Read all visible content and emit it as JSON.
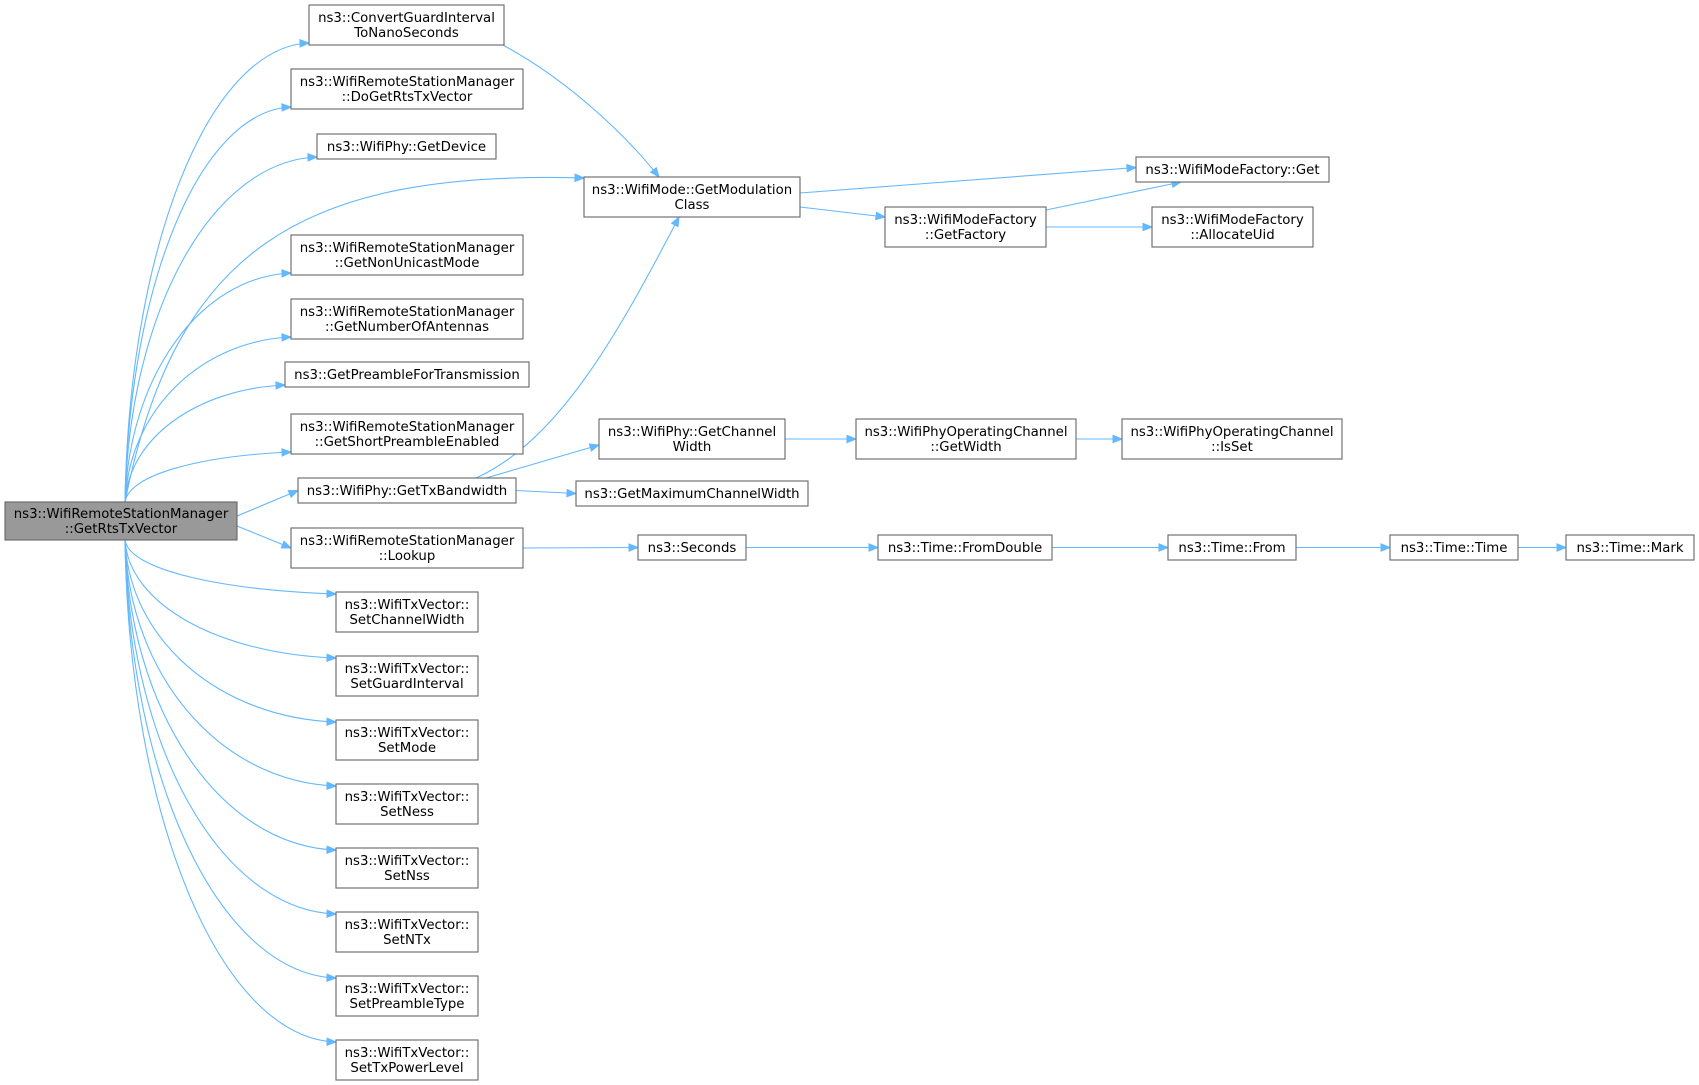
{
  "graph": {
    "nodes": [
      {
        "id": "root",
        "lines": [
          "ns3::WifiRemoteStationManager",
          "::GetRtsTxVector"
        ],
        "root": true
      },
      {
        "id": "convertGI",
        "lines": [
          "ns3::ConvertGuardInterval",
          "ToNanoSeconds"
        ]
      },
      {
        "id": "doGetRts",
        "lines": [
          "ns3::WifiRemoteStationManager",
          "::DoGetRtsTxVector"
        ]
      },
      {
        "id": "getDevice",
        "lines": [
          "ns3::WifiPhy::GetDevice"
        ]
      },
      {
        "id": "getModClass",
        "lines": [
          "ns3::WifiMode::GetModulation",
          "Class"
        ]
      },
      {
        "id": "getNonUnicast",
        "lines": [
          "ns3::WifiRemoteStationManager",
          "::GetNonUnicastMode"
        ]
      },
      {
        "id": "getNumAnt",
        "lines": [
          "ns3::WifiRemoteStationManager",
          "::GetNumberOfAntennas"
        ]
      },
      {
        "id": "getPreamble",
        "lines": [
          "ns3::GetPreambleForTransmission"
        ]
      },
      {
        "id": "getShortPre",
        "lines": [
          "ns3::WifiRemoteStationManager",
          "::GetShortPreambleEnabled"
        ]
      },
      {
        "id": "getTxBw",
        "lines": [
          "ns3::WifiPhy::GetTxBandwidth"
        ]
      },
      {
        "id": "lookup",
        "lines": [
          "ns3::WifiRemoteStationManager",
          "::Lookup"
        ]
      },
      {
        "id": "setChW",
        "lines": [
          "ns3::WifiTxVector::",
          "SetChannelWidth"
        ]
      },
      {
        "id": "setGI",
        "lines": [
          "ns3::WifiTxVector::",
          "SetGuardInterval"
        ]
      },
      {
        "id": "setMode",
        "lines": [
          "ns3::WifiTxVector::",
          "SetMode"
        ]
      },
      {
        "id": "setNess",
        "lines": [
          "ns3::WifiTxVector::",
          "SetNess"
        ]
      },
      {
        "id": "setNss",
        "lines": [
          "ns3::WifiTxVector::",
          "SetNss"
        ]
      },
      {
        "id": "setNTx",
        "lines": [
          "ns3::WifiTxVector::",
          "SetNTx"
        ]
      },
      {
        "id": "setPreType",
        "lines": [
          "ns3::WifiTxVector::",
          "SetPreambleType"
        ]
      },
      {
        "id": "setTxPow",
        "lines": [
          "ns3::WifiTxVector::",
          "SetTxPowerLevel"
        ]
      },
      {
        "id": "modeFactGet",
        "lines": [
          "ns3::WifiModeFactory::Get"
        ]
      },
      {
        "id": "getFactory",
        "lines": [
          "ns3::WifiModeFactory",
          "::GetFactory"
        ]
      },
      {
        "id": "allocUid",
        "lines": [
          "ns3::WifiModeFactory",
          "::AllocateUid"
        ]
      },
      {
        "id": "getChW",
        "lines": [
          "ns3::WifiPhy::GetChannel",
          "Width"
        ]
      },
      {
        "id": "opChGetW",
        "lines": [
          "ns3::WifiPhyOperatingChannel",
          "::GetWidth"
        ]
      },
      {
        "id": "opChIsSet",
        "lines": [
          "ns3::WifiPhyOperatingChannel",
          "::IsSet"
        ]
      },
      {
        "id": "getMaxChW",
        "lines": [
          "ns3::GetMaximumChannelWidth"
        ]
      },
      {
        "id": "seconds",
        "lines": [
          "ns3::Seconds"
        ]
      },
      {
        "id": "fromDouble",
        "lines": [
          "ns3::Time::FromDouble"
        ]
      },
      {
        "id": "timeFrom",
        "lines": [
          "ns3::Time::From"
        ]
      },
      {
        "id": "timeTime",
        "lines": [
          "ns3::Time::Time"
        ]
      },
      {
        "id": "timeMark",
        "lines": [
          "ns3::Time::Mark"
        ]
      }
    ],
    "edges": [
      [
        "root",
        "convertGI"
      ],
      [
        "root",
        "doGetRts"
      ],
      [
        "root",
        "getDevice"
      ],
      [
        "root",
        "getModClass"
      ],
      [
        "root",
        "getNonUnicast"
      ],
      [
        "root",
        "getNumAnt"
      ],
      [
        "root",
        "getPreamble"
      ],
      [
        "root",
        "getShortPre"
      ],
      [
        "root",
        "getTxBw"
      ],
      [
        "root",
        "lookup"
      ],
      [
        "root",
        "setChW"
      ],
      [
        "root",
        "setGI"
      ],
      [
        "root",
        "setMode"
      ],
      [
        "root",
        "setNess"
      ],
      [
        "root",
        "setNss"
      ],
      [
        "root",
        "setNTx"
      ],
      [
        "root",
        "setPreType"
      ],
      [
        "root",
        "setTxPow"
      ],
      [
        "convertGI",
        "getModClass"
      ],
      [
        "getModClass",
        "modeFactGet"
      ],
      [
        "getModClass",
        "getFactory"
      ],
      [
        "getFactory",
        "modeFactGet"
      ],
      [
        "getFactory",
        "allocUid"
      ],
      [
        "getTxBw",
        "getModClass"
      ],
      [
        "getTxBw",
        "getChW"
      ],
      [
        "getTxBw",
        "getMaxChW"
      ],
      [
        "getChW",
        "opChGetW"
      ],
      [
        "opChGetW",
        "opChIsSet"
      ],
      [
        "lookup",
        "seconds"
      ],
      [
        "seconds",
        "fromDouble"
      ],
      [
        "fromDouble",
        "timeFrom"
      ],
      [
        "timeFrom",
        "timeTime"
      ],
      [
        "timeTime",
        "timeMark"
      ]
    ]
  }
}
